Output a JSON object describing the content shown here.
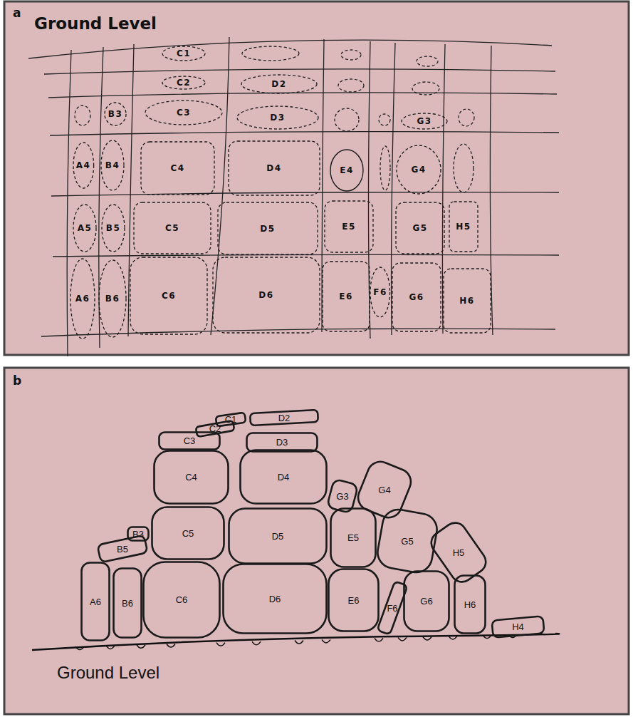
{
  "diagram": {
    "nodes": [
      {
        "text": [
          "C1"
        ]
      },
      {
        "text": [
          "C2"
        ]
      },
      {
        "text": [
          "D2"
        ]
      },
      {
        "text": [
          "B3"
        ]
      },
      {
        "text": [
          "C3"
        ]
      },
      {
        "text": [
          "D3"
        ]
      },
      {
        "text": [
          "G3"
        ]
      },
      {
        "text": [
          "A4"
        ]
      },
      {
        "text": [
          "B4"
        ]
      },
      {
        "text": [
          "C4"
        ]
      },
      {
        "text": [
          "D4"
        ]
      },
      {
        "text": [
          "E4"
        ]
      },
      {
        "text": [
          "G4"
        ]
      },
      {
        "text": [
          "A5"
        ]
      },
      {
        "text": [
          "B5"
        ]
      },
      {
        "text": [
          "C5"
        ]
      },
      {
        "text": [
          "D5"
        ]
      },
      {
        "text": [
          "E5"
        ]
      },
      {
        "text": [
          "G5"
        ]
      },
      {
        "text": [
          "H5"
        ]
      },
      {
        "text": [
          "A6"
        ]
      },
      {
        "text": [
          "B6"
        ]
      },
      {
        "text": [
          "C6"
        ]
      },
      {
        "text": [
          "D6"
        ]
      },
      {
        "text": [
          "E6"
        ]
      },
      {
        "text": [
          "F6"
        ]
      },
      {
        "text": [
          "G6"
        ]
      },
      {
        "text": [
          "H6"
        ]
      },
      {
        "text": [
          "D2"
        ]
      },
      {
        "text": [
          "C1"
        ]
      },
      {
        "text": [
          "C2"
        ]
      },
      {
        "text": [
          "C3"
        ]
      },
      {
        "text": [
          "D3"
        ]
      },
      {
        "text": [
          "C4"
        ]
      },
      {
        "text": [
          "D4"
        ]
      },
      {
        "text": [
          "G4"
        ]
      },
      {
        "text": [
          "G3"
        ]
      },
      {
        "text": [
          "B3"
        ]
      },
      {
        "text": [
          "B5"
        ]
      },
      {
        "text": [
          "C5"
        ]
      },
      {
        "text": [
          "D5"
        ]
      },
      {
        "text": [
          "E5"
        ]
      },
      {
        "text": [
          "G5"
        ]
      },
      {
        "text": [
          "H5"
        ]
      },
      {
        "text": [
          "A6"
        ]
      },
      {
        "text": [
          "B6"
        ]
      },
      {
        "text": [
          "C6"
        ]
      },
      {
        "text": [
          "D6"
        ]
      },
      {
        "text": [
          "E6"
        ]
      },
      {
        "text": [
          "F6"
        ]
      },
      {
        "text": [
          "G6"
        ]
      },
      {
        "text": [
          "H6"
        ]
      },
      {
        "text": [
          "H4"
        ]
      }
    ],
    "labels": [
      "a",
      "Ground Level",
      "b",
      "Ground Level"
    ]
  }
}
